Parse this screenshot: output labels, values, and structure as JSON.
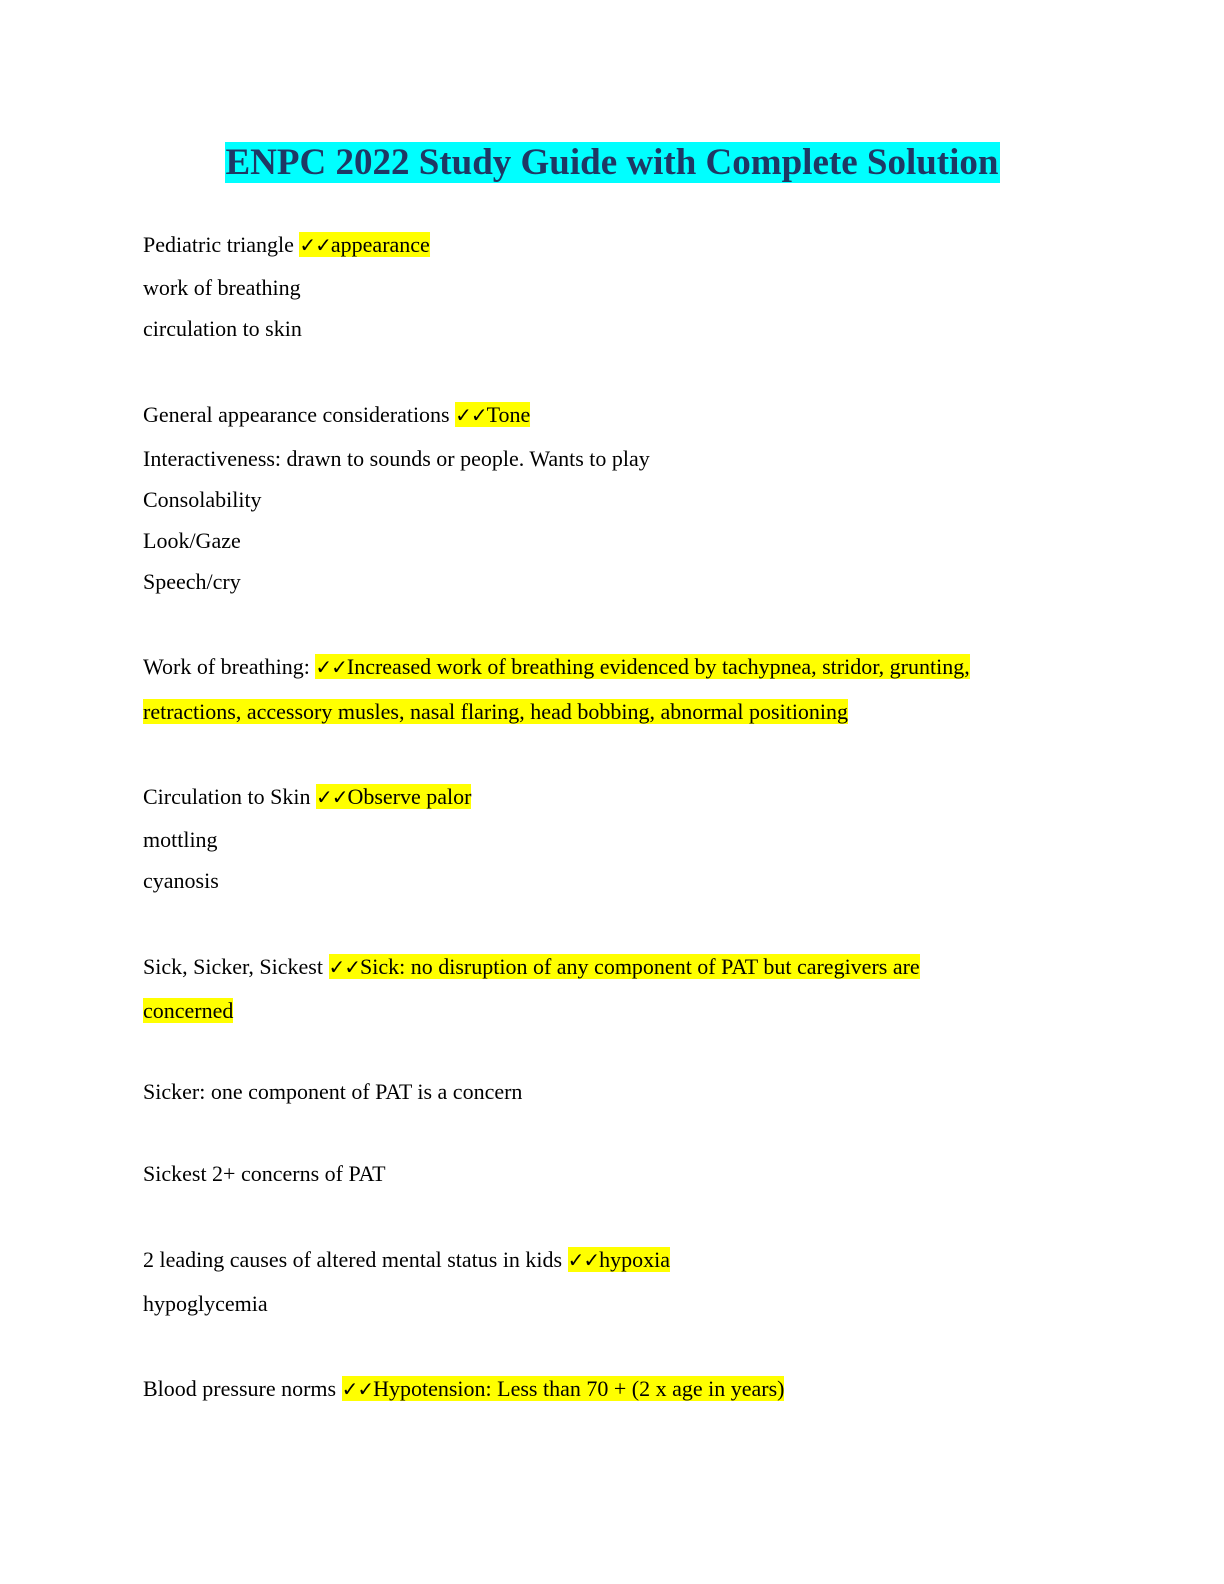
{
  "title": "ENPC 2022 Study Guide with Complete Solution",
  "colors": {
    "title_text": "#1f3864",
    "title_highlight": "#00ffff",
    "answer_highlight": "#ffff00"
  },
  "check_mark": "✓✓",
  "entries": [
    {
      "term": "Pediatric triangle ",
      "answer": "appearance",
      "continuation": "",
      "extra_lines": [
        "work of breathing",
        "circulation to skin"
      ]
    },
    {
      "term": "General appearance considerations ",
      "answer": "Tone",
      "continuation": "",
      "extra_lines": [
        "Interactiveness: drawn to sounds or people. Wants to play",
        "Consolability",
        "Look/Gaze",
        "Speech/cry"
      ]
    },
    {
      "term": "Work of breathing: ",
      "answer": "Increased work of breathing evidenced by tachypnea, stridor, grunting,",
      "continuation": "retractions, accessory musles, nasal flaring, head bobbing, abnormal positioning",
      "extra_lines": []
    },
    {
      "term": "Circulation to Skin ",
      "answer": "Observe palor",
      "continuation": "",
      "extra_lines": [
        "mottling",
        "cyanosis"
      ]
    },
    {
      "term": "Sick, Sicker, Sickest ",
      "answer": "Sick: no disruption of any component of PAT but caregivers are",
      "continuation": "concerned",
      "extra_lines": [
        "Sicker: one component of PAT is a concern",
        "Sickest 2+ concerns of PAT"
      ]
    },
    {
      "term": "2 leading causes of altered mental status in kids ",
      "answer": "hypoxia",
      "continuation": "",
      "extra_lines": [
        "hypoglycemia"
      ]
    },
    {
      "term": "Blood pressure norms ",
      "answer": "Hypotension: Less than 70 + (2 x age in years)",
      "continuation": "",
      "extra_lines": []
    }
  ]
}
